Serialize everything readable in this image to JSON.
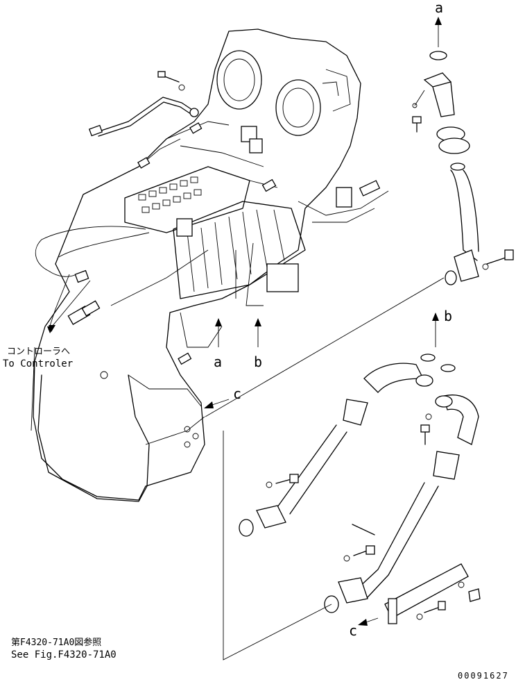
{
  "labels": {
    "a_top": "a",
    "a_mid": "a",
    "b_mid": "b",
    "b_right": "b",
    "c_mid": "c",
    "c_bottom": "c",
    "controller_jp": "コントローラへ",
    "controller_en": "To Controler",
    "ref_jp": "第F4320-71A0図参照",
    "ref_en": "See Fig.F4320-71A0",
    "drawing_no": "00091627"
  }
}
